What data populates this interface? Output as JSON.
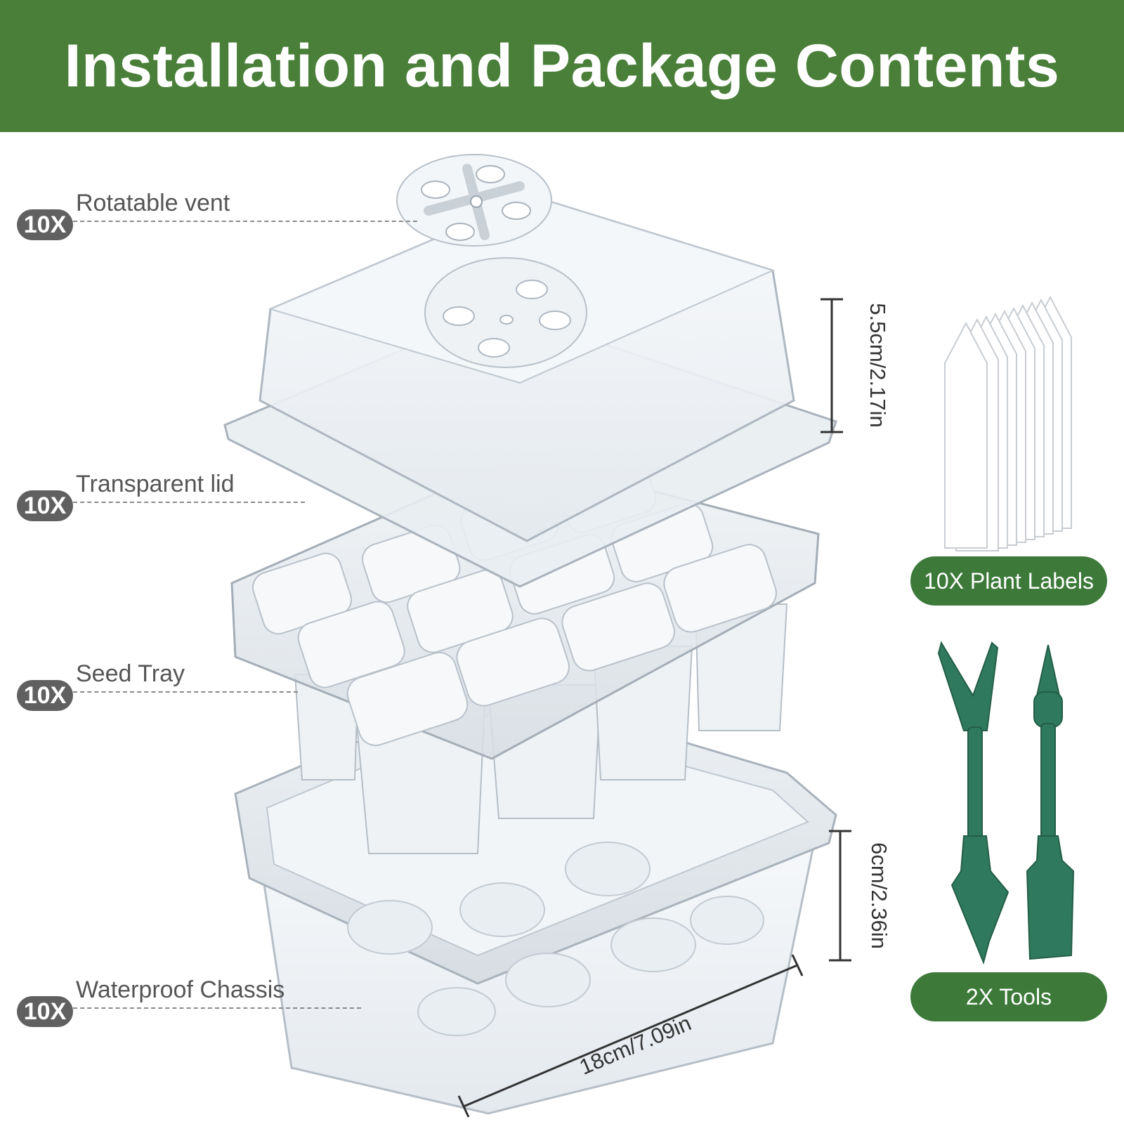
{
  "header": {
    "title": "Installation and Package Contents"
  },
  "colors": {
    "banner": "#4a7f39",
    "pill": "#3d7a3a",
    "tool": "#2f7a5e",
    "badge": "#606060"
  },
  "callouts": [
    {
      "qty": "10X",
      "label": "Rotatable vent"
    },
    {
      "qty": "10X",
      "label": "Transparent lid"
    },
    {
      "qty": "10X",
      "label": "Seed Tray"
    },
    {
      "qty": "10X",
      "label": "Waterproof Chassis"
    }
  ],
  "dimensions": {
    "lid_height": "5.5cm/2.17in",
    "base_height": "6cm/2.36in",
    "width": "18cm/7.09in"
  },
  "accessories": {
    "labels": "10X Plant Labels",
    "tools": "2X Tools"
  }
}
